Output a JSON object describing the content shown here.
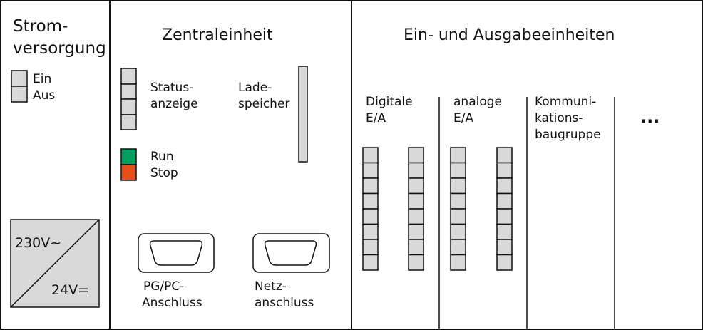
{
  "power": {
    "title_lines": [
      "Strom-",
      "versorgung"
    ],
    "switch_on": "Ein",
    "switch_off": "Aus",
    "input_voltage": "230V~",
    "output_voltage": "24V="
  },
  "cpu": {
    "title": "Zentraleinheit",
    "status_label_lines": [
      "Status-",
      "anzeige"
    ],
    "load_memory_label_lines": [
      "Lade-",
      "speicher"
    ],
    "run_label": "Run",
    "stop_label": "Stop",
    "pg_port_label_lines": [
      "PG/PC-",
      "Anschluss"
    ],
    "net_port_label_lines": [
      "Netz-",
      "anschluss"
    ]
  },
  "io": {
    "title": "Ein- und Ausgabeeinheiten",
    "digital_label_lines": [
      "Digitale",
      "E/A"
    ],
    "analog_label_lines": [
      "analoge",
      "E/A"
    ],
    "comm_label_lines": [
      "Kommuni-",
      "kations-",
      "baugruppe"
    ],
    "more_label": "..."
  },
  "colors": {
    "run": "#009f5f",
    "stop": "#e8501b",
    "module_fill": "#d9d9d9",
    "stroke": "#111111"
  }
}
